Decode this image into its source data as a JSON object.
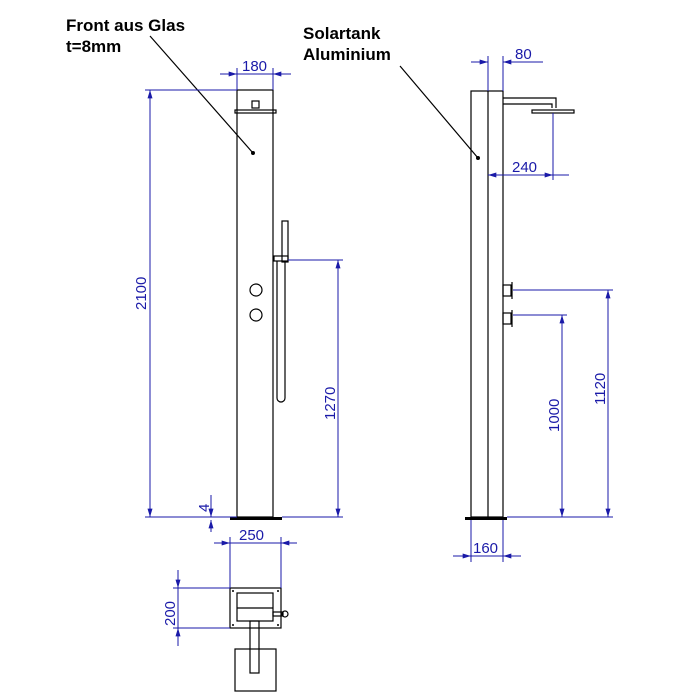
{
  "labels": {
    "front_line1": "Front aus Glas",
    "front_line2": "t=8mm",
    "tank_line1": "Solartank",
    "tank_line2": "Aluminium"
  },
  "dimensions": {
    "front_width": "180",
    "total_height": "2100",
    "hand_shower_height": "1270",
    "base_thickness": "4",
    "base_width": "250",
    "plan_depth": "200",
    "side_top": "80",
    "arm_reach": "240",
    "valve_upper": "1120",
    "valve_lower": "1000",
    "side_depth": "160"
  },
  "colors": {
    "dimension": "#1a1aa8",
    "outline": "#000000"
  }
}
